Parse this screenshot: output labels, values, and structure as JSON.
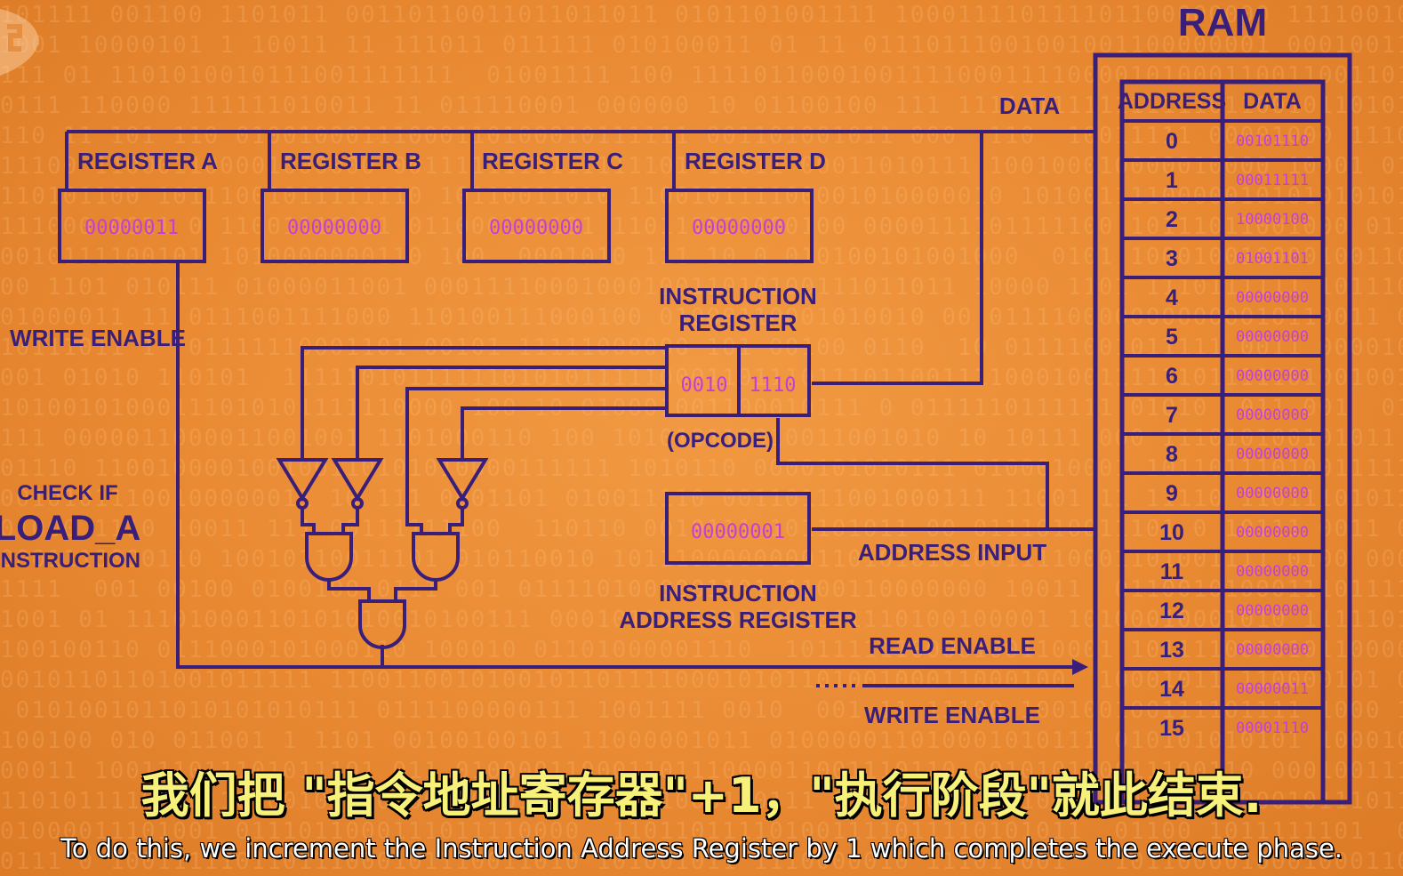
{
  "ram": {
    "title": "RAM",
    "address_header": "ADDRESS",
    "data_header": "DATA",
    "rows": [
      {
        "address": "0",
        "data": "00101110"
      },
      {
        "address": "1",
        "data": "00011111"
      },
      {
        "address": "2",
        "data": "10000100"
      },
      {
        "address": "3",
        "data": "01001101"
      },
      {
        "address": "4",
        "data": "00000000"
      },
      {
        "address": "5",
        "data": "00000000"
      },
      {
        "address": "6",
        "data": "00000000"
      },
      {
        "address": "7",
        "data": "00000000"
      },
      {
        "address": "8",
        "data": "00000000"
      },
      {
        "address": "9",
        "data": "00000000"
      },
      {
        "address": "10",
        "data": "00000000"
      },
      {
        "address": "11",
        "data": "00000000"
      },
      {
        "address": "12",
        "data": "00000000"
      },
      {
        "address": "13",
        "data": "00000000"
      },
      {
        "address": "14",
        "data": "00000011"
      },
      {
        "address": "15",
        "data": "00001110"
      }
    ]
  },
  "registers": [
    {
      "label": "REGISTER A",
      "value": "00000011"
    },
    {
      "label": "REGISTER B",
      "value": "00000000"
    },
    {
      "label": "REGISTER C",
      "value": "00000000"
    },
    {
      "label": "REGISTER D",
      "value": "00000000"
    }
  ],
  "instruction_register": {
    "label_line1": "INSTRUCTION",
    "label_line2": "REGISTER",
    "opcode": "0010",
    "address": "1110",
    "opcode_label": "(OPCODE)"
  },
  "instruction_address_register": {
    "value": "00000001",
    "label_line1": "INSTRUCTION",
    "label_line2": "ADDRESS REGISTER"
  },
  "labels": {
    "data_bus": "DATA",
    "write_enable_left": "WRITE ENABLE",
    "check_if": "CHECK IF",
    "load_a": "LOAD_A",
    "instruction": "INSTRUCTION",
    "address_input": "ADDRESS INPUT",
    "read_enable": "READ ENABLE",
    "write_enable_right": "WRITE ENABLE"
  },
  "subtitles": {
    "chinese": "我们把 \"指令地址寄存器\"+1，\"执行阶段\"就此结束.",
    "english": "To do this, we increment the Instruction Address Register by 1 which completes the execute phase."
  },
  "colors": {
    "background": "#e98a33",
    "wire": "#3a1f7a",
    "value_text": "#c43fd6",
    "subtitle_zh": "#f7f079"
  }
}
